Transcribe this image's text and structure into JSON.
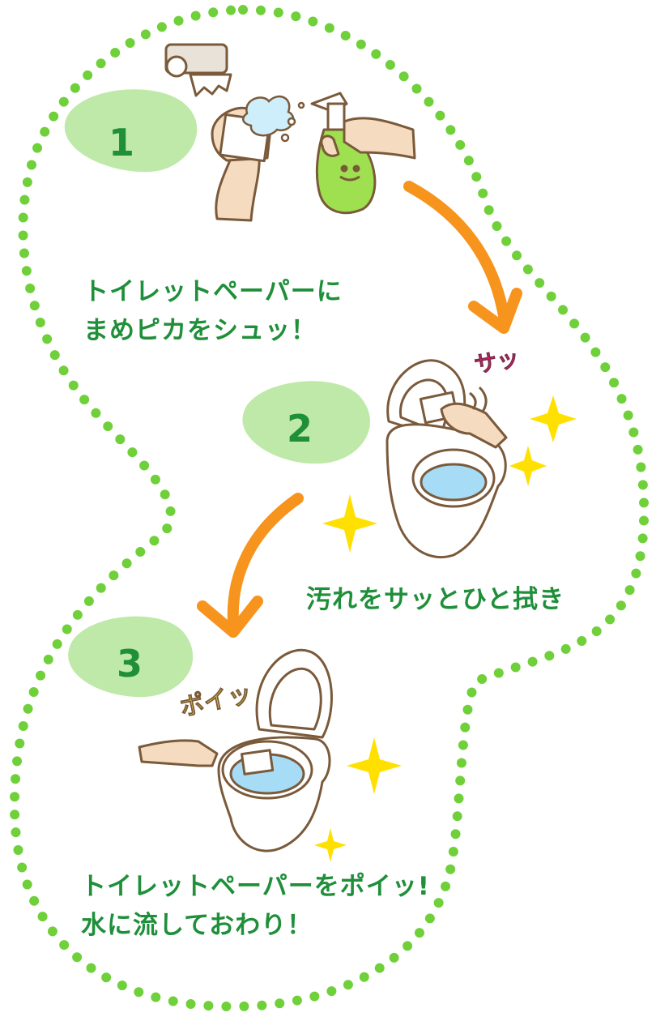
{
  "steps": [
    {
      "number": "1",
      "lines": [
        "トイレットペーパーに",
        "まめピカをシュッ！"
      ]
    },
    {
      "number": "2",
      "lines": [
        "汚れをサッとひと拭き"
      ]
    },
    {
      "number": "3",
      "lines": [
        "トイレットペーパーをポイッ!",
        "水に流しておわり！"
      ]
    }
  ],
  "sounds": {
    "wipe": "サッ",
    "toss": "ポイッ"
  },
  "colors": {
    "dot": "#6fd03a",
    "badge": "#bfe9a8",
    "badge_text": "#1f8f3a",
    "label_text": "#1f8f3a",
    "arrow": "#f7941d",
    "sparkle": "#ffe000",
    "water": "#a6dcf5",
    "skin": "#f5dcc0",
    "outline": "#7a5a3a"
  },
  "icons": [
    "paper-holder-icon",
    "spray-bottle-icon",
    "toilet-icon",
    "hand-icon",
    "sparkle-icon",
    "arrow-icon"
  ]
}
